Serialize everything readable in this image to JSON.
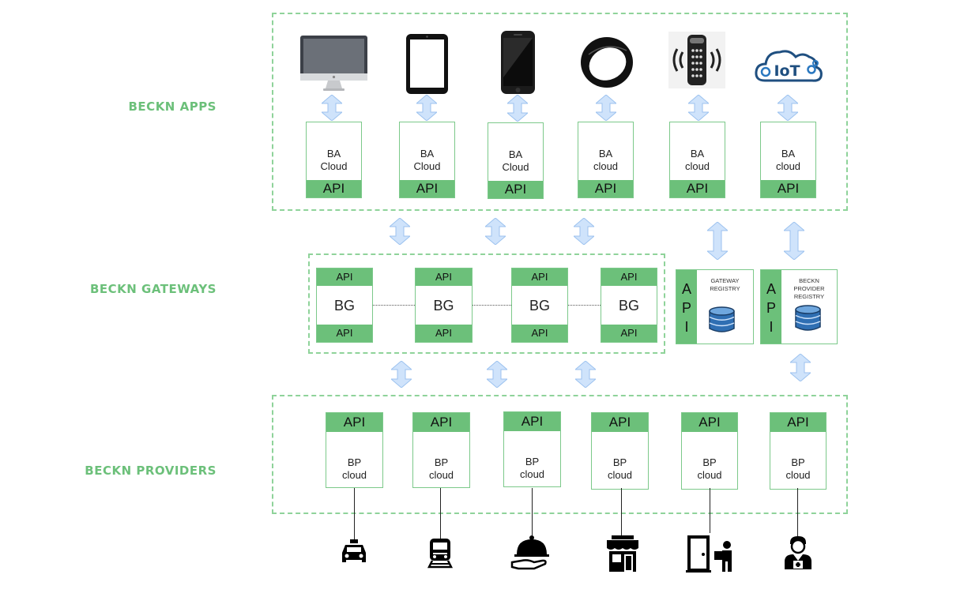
{
  "sections": {
    "apps": "BECKN APPS",
    "gateways": "BECKN GATEWAYS",
    "providers": "BECKN PROVIDERS"
  },
  "ba_boxes": [
    {
      "line1": "BA",
      "line2": "Cloud",
      "api": "API"
    },
    {
      "line1": "BA",
      "line2": "Cloud",
      "api": "API"
    },
    {
      "line1": "BA",
      "line2": "Cloud",
      "api": "API"
    },
    {
      "line1": "BA",
      "line2": "cloud",
      "api": "API"
    },
    {
      "line1": "BA",
      "line2": "cloud",
      "api": "API"
    },
    {
      "line1": "BA",
      "line2": "cloud",
      "api": "API"
    }
  ],
  "devices": [
    "desktop-monitor-icon",
    "tablet-icon",
    "smartphone-icon",
    "wearable-band-icon",
    "smart-speaker-icon",
    "iot-cloud-icon"
  ],
  "iot_text": "IoT",
  "gateways": [
    {
      "top_api": "API",
      "label": "BG",
      "bottom_api": "API"
    },
    {
      "top_api": "API",
      "label": "BG",
      "bottom_api": "API"
    },
    {
      "top_api": "API",
      "label": "BG",
      "bottom_api": "API"
    },
    {
      "top_api": "API",
      "label": "BG",
      "bottom_api": "API"
    }
  ],
  "registries": [
    {
      "api_letters": [
        "A",
        "P",
        "I"
      ],
      "title_lines": [
        "GATEWAY",
        "REGISTRY"
      ]
    },
    {
      "api_letters": [
        "A",
        "P",
        "I"
      ],
      "title_lines": [
        "BECKN",
        "PROVIDER",
        "REGISTRY"
      ]
    }
  ],
  "bp_boxes": [
    {
      "api": "API",
      "line1": "BP",
      "line2": "cloud"
    },
    {
      "api": "API",
      "line1": "BP",
      "line2": "cloud"
    },
    {
      "api": "API",
      "line1": "BP",
      "line2": "cloud"
    },
    {
      "api": "API",
      "line1": "BP",
      "line2": "cloud"
    },
    {
      "api": "API",
      "line1": "BP",
      "line2": "cloud"
    },
    {
      "api": "API",
      "line1": "BP",
      "line2": "cloud"
    }
  ],
  "provider_icons": [
    "taxi-icon",
    "train-icon",
    "food-cloche-icon",
    "store-icon",
    "delivery-door-icon",
    "doctor-icon"
  ],
  "colors": {
    "accent": "#6cc07a",
    "dashed": "#8fd39a",
    "arrow": "#cfe3fb",
    "arrow_stroke": "#9cc2ef"
  }
}
